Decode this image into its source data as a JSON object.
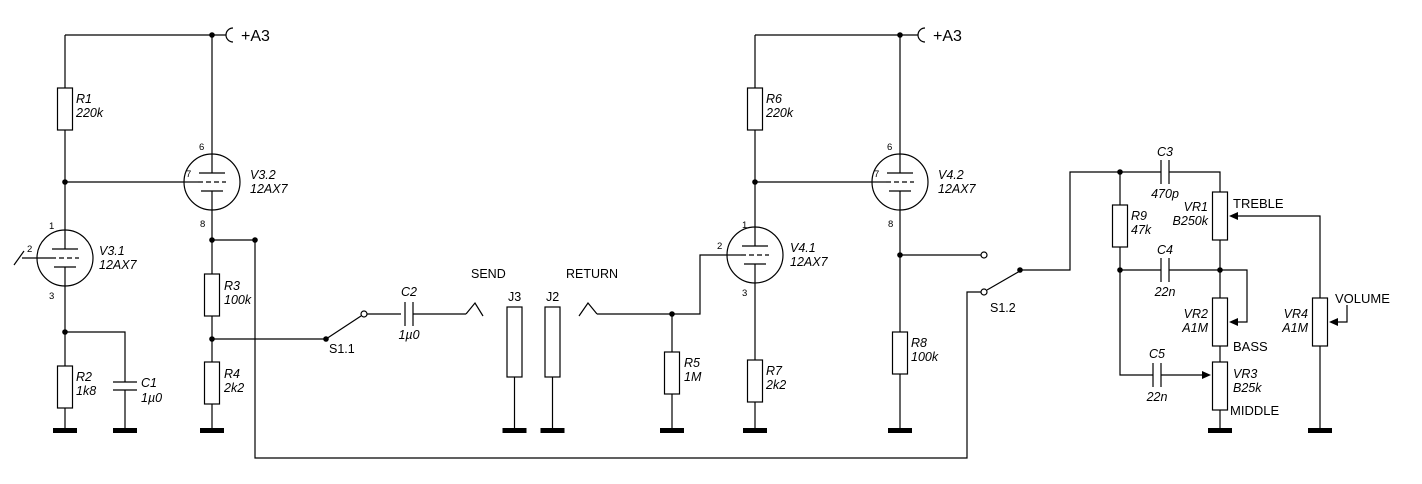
{
  "schematic": {
    "power": {
      "left": "+A3",
      "right": "+A3"
    },
    "r1": {
      "ref": "R1",
      "value": "220k"
    },
    "r2": {
      "ref": "R2",
      "value": "1k8"
    },
    "r3": {
      "ref": "R3",
      "value": "100k"
    },
    "r4": {
      "ref": "R4",
      "value": "2k2"
    },
    "r5": {
      "ref": "R5",
      "value": "1M"
    },
    "r6": {
      "ref": "R6",
      "value": "220k"
    },
    "r7": {
      "ref": "R7",
      "value": "2k2"
    },
    "r8": {
      "ref": "R8",
      "value": "100k"
    },
    "r9": {
      "ref": "R9",
      "value": "47k"
    },
    "c1": {
      "ref": "C1",
      "value": "1µ0"
    },
    "c2": {
      "ref": "C2",
      "value": "1µ0"
    },
    "c3": {
      "ref": "C3",
      "value": "470p"
    },
    "c4": {
      "ref": "C4",
      "value": "22n"
    },
    "c5": {
      "ref": "C5",
      "value": "22n"
    },
    "v31": {
      "ref": "V3.1",
      "type": "12AX7",
      "pin_anode": "1",
      "pin_grid": "2",
      "pin_cathode": "3"
    },
    "v32": {
      "ref": "V3.2",
      "type": "12AX7",
      "pin_anode": "6",
      "pin_grid": "7",
      "pin_cathode": "8"
    },
    "v41": {
      "ref": "V4.1",
      "type": "12AX7",
      "pin_anode": "1",
      "pin_grid": "2",
      "pin_cathode": "3"
    },
    "v42": {
      "ref": "V4.2",
      "type": "12AX7",
      "pin_anode": "6",
      "pin_grid": "7",
      "pin_cathode": "8"
    },
    "s11": {
      "ref": "S1.1"
    },
    "s12": {
      "ref": "S1.2"
    },
    "j3": {
      "ref": "J3",
      "label": "SEND"
    },
    "j2": {
      "ref": "J2",
      "label": "RETURN"
    },
    "vr1": {
      "ref": "VR1",
      "value": "B250k",
      "label": "TREBLE"
    },
    "vr2": {
      "ref": "VR2",
      "value": "A1M",
      "label": "BASS"
    },
    "vr3": {
      "ref": "VR3",
      "value": "B25k",
      "label": "MIDDLE"
    },
    "vr4": {
      "ref": "VR4",
      "value": "A1M",
      "label": "VOLUME"
    },
    "colors": {
      "line": "#000000",
      "background": "#ffffff"
    }
  }
}
